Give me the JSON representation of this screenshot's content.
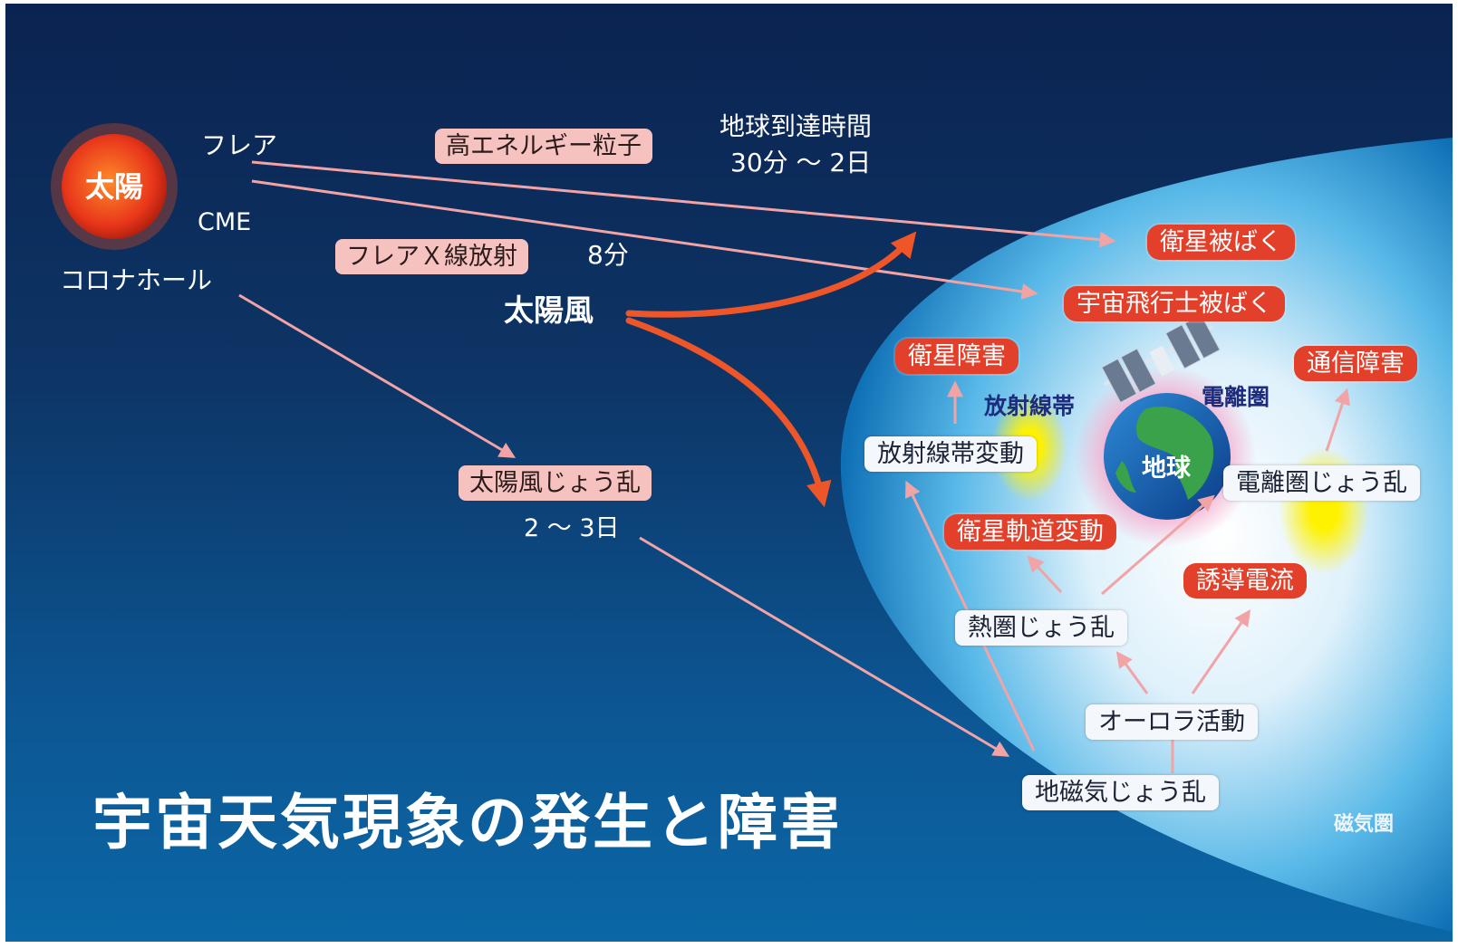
{
  "title": "宇宙天気現象の発生と障害",
  "sun": {
    "label": "太陽"
  },
  "sources": {
    "flare": "フレア",
    "cme": "CME",
    "coronal_hole": "コロナホール"
  },
  "particles": {
    "label": "高エネルギー粒子",
    "time_heading": "地球到達時間",
    "time": "30分 〜 2日"
  },
  "xray": {
    "label": "フレアＸ線放射",
    "time": "8分"
  },
  "solar_wind": {
    "label": "太陽風"
  },
  "wind_disturbance": {
    "label": "太陽風じょう乱",
    "time": "2 〜 3日"
  },
  "impacts": {
    "satellite_exposure": "衛星被ばく",
    "astronaut_exposure": "宇宙飛行士被ばく",
    "satellite_failure": "衛星障害",
    "comm_failure": "通信障害",
    "orbit_change": "衛星軌道変動",
    "induced_current": "誘導電流"
  },
  "phenomena": {
    "radiation_belt_change": "放射線帯変動",
    "ionosphere_disturbance": "電離圏じょう乱",
    "thermosphere_disturbance": "熱圏じょう乱",
    "aurora_activity": "オーロラ活動",
    "geomagnetic_disturbance": "地磁気じょう乱"
  },
  "regions": {
    "radiation_belt": "放射線帯",
    "ionosphere": "電離圏",
    "earth": "地球",
    "magnetosphere": "磁気圏"
  },
  "colors": {
    "impact_box": "#e2402a",
    "source_box": "#f6c2c0",
    "phenomenon_box": "#f4f7fb",
    "arrow": "#f2a3a6",
    "solar_wind_arrow": "#ee5528"
  }
}
